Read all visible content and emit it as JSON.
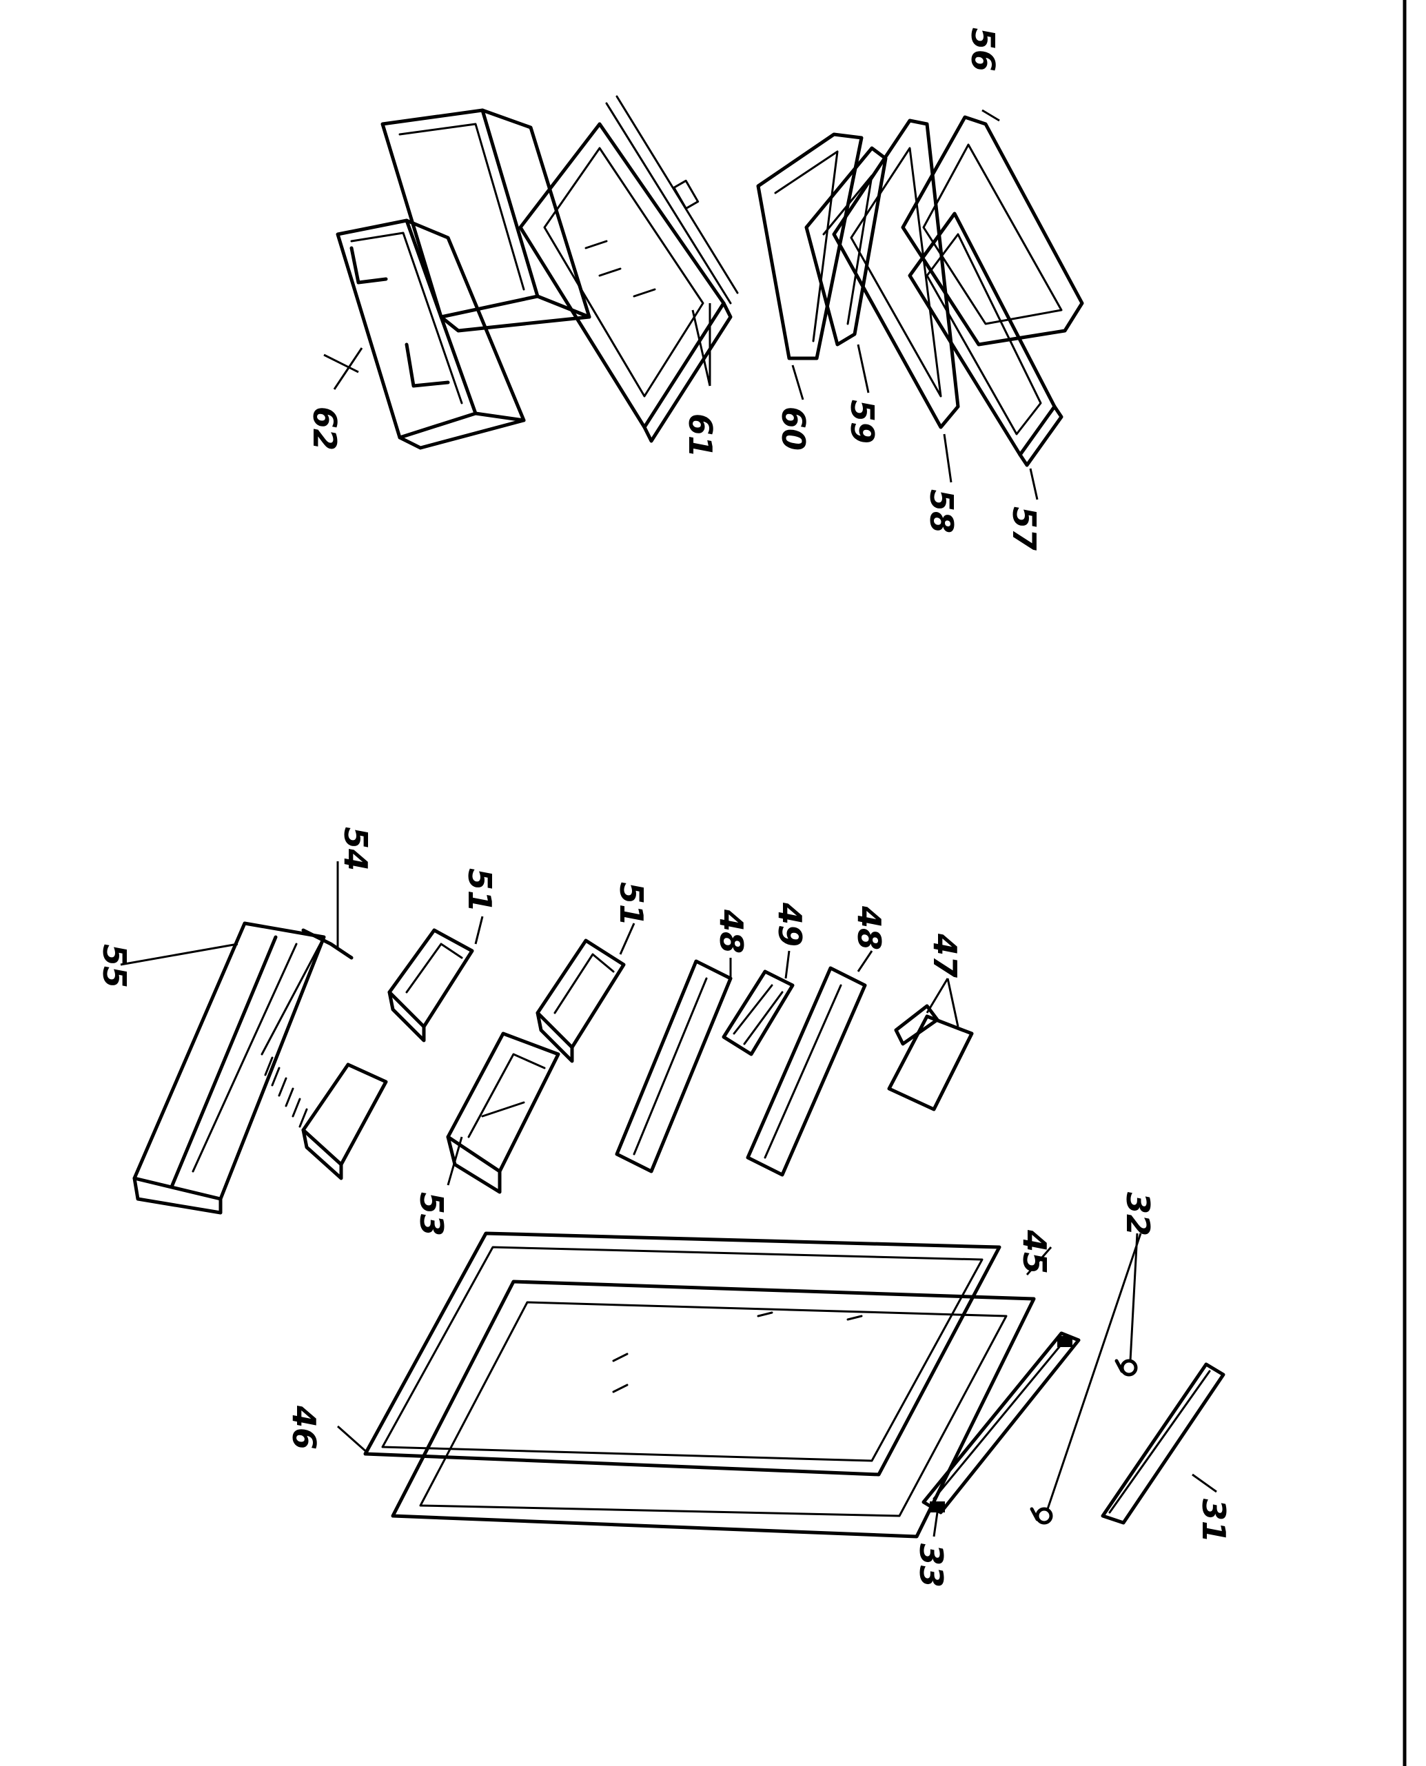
{
  "callouts": {
    "c31": "31",
    "c32": "32",
    "c33": "33",
    "c45": "45",
    "c46": "46",
    "c47": "47",
    "c48a": "48",
    "c48b": "48",
    "c49": "49",
    "c51a": "51",
    "c51b": "51",
    "c53": "53",
    "c54": "54",
    "c55": "55",
    "c56": "56",
    "c57": "57",
    "c58": "58",
    "c59": "59",
    "c60": "60",
    "c61": "61",
    "c62": "62"
  }
}
